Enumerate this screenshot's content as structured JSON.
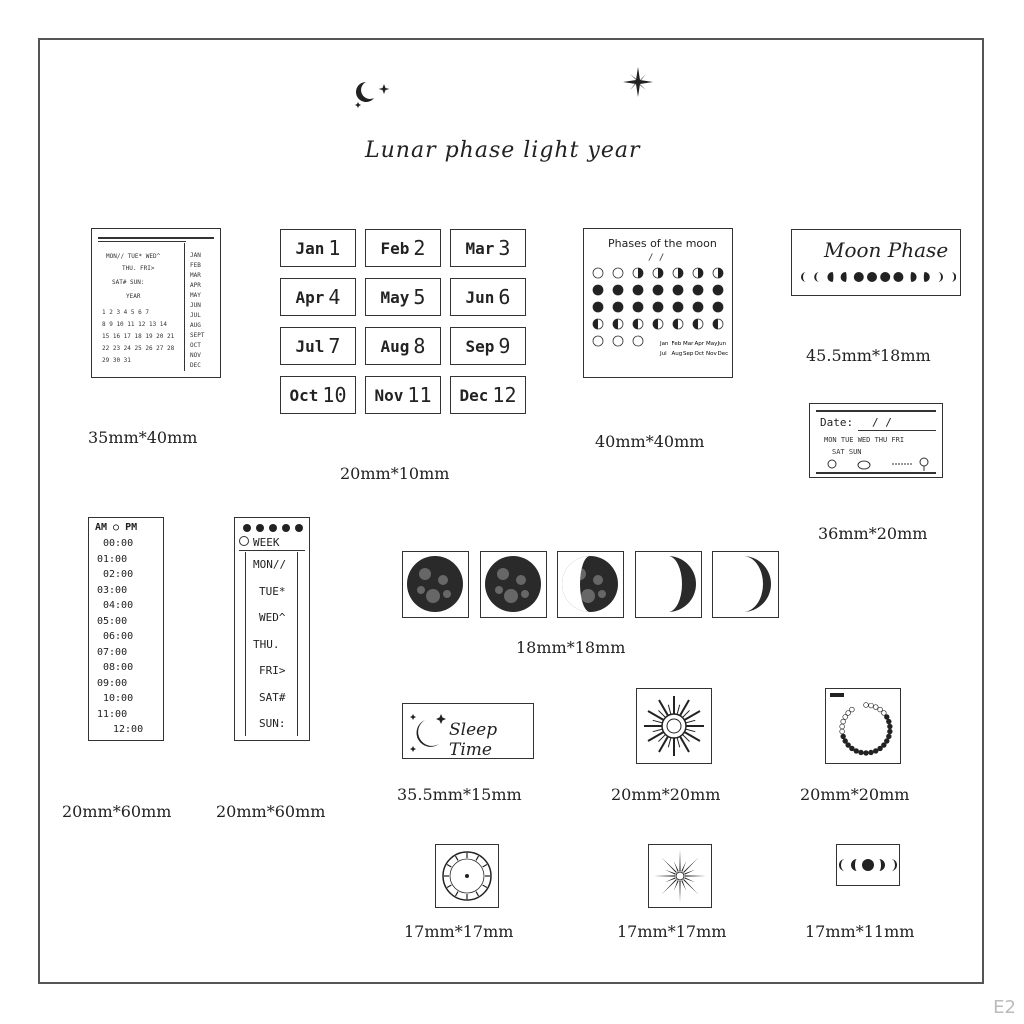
{
  "title": "Lunar phase light year",
  "watermark": "E2",
  "sizes": {
    "calendar": "35mm*40mm",
    "months": "20mm*10mm",
    "phases_grid": "40mm*40mm",
    "moon_phase": "45.5mm*18mm",
    "date_stamp": "36mm*20mm",
    "hours": "20mm*60mm",
    "week": "20mm*60mm",
    "moons": "18mm*18mm",
    "sleep": "35.5mm*15mm",
    "sun": "20mm*20mm",
    "moon_circle": "20mm*20mm",
    "clock": "17mm*17mm",
    "star": "17mm*17mm",
    "mini_phases": "17mm*11mm"
  },
  "calendar": {
    "days_row1": "MON// TUE* WED^",
    "days_row2": "THU. FRI>",
    "days_row3": "SAT# SUN:",
    "year": "YEAR",
    "months": [
      "JAN",
      "FEB",
      "MAR",
      "APR",
      "MAY",
      "JUN",
      "JUL",
      "AUG",
      "SEPT",
      "OCT",
      "NOV",
      "DEC"
    ],
    "rows": [
      "1 2 3 4 5 6 7",
      "8 9 10 11 12 13 14",
      "15 16 17 18 19 20 21",
      "22 23 24 25 26 27 28",
      "29 30 31"
    ]
  },
  "months": [
    {
      "name": "Jan",
      "num": "1"
    },
    {
      "name": "Feb",
      "num": "2"
    },
    {
      "name": "Mar",
      "num": "3"
    },
    {
      "name": "Apr",
      "num": "4"
    },
    {
      "name": "May",
      "num": "5"
    },
    {
      "name": "Jun",
      "num": "6"
    },
    {
      "name": "Jul",
      "num": "7"
    },
    {
      "name": "Aug",
      "num": "8"
    },
    {
      "name": "Sep",
      "num": "9"
    },
    {
      "name": "Oct",
      "num": "10"
    },
    {
      "name": "Nov",
      "num": "11"
    },
    {
      "name": "Dec",
      "num": "12"
    }
  ],
  "phases_grid": {
    "title": "Phases of the moon",
    "date_marks": "/ /",
    "month_labels": [
      "Jan",
      "Feb",
      "Mar",
      "Apr",
      "May",
      "Jun",
      "Jul",
      "Aug",
      "Sep",
      "Oct",
      "Nov",
      "Dec"
    ]
  },
  "moon_phase": {
    "title": "Moon Phase"
  },
  "date_stamp": {
    "label": "Date:",
    "slashes": "/ /",
    "days": "MON TUE WED THU FRI",
    "days2": "SAT SUN"
  },
  "hours": {
    "header": "AM ○ PM",
    "times": [
      "00:00",
      "01:00",
      "02:00",
      "03:00",
      "04:00",
      "05:00",
      "06:00",
      "07:00",
      "08:00",
      "09:00",
      "10:00",
      "11:00",
      "12:00"
    ]
  },
  "week": {
    "header": "WEEK",
    "days": [
      "MON//",
      "TUE*",
      "WED^",
      "THU.",
      "FRI>",
      "SAT#",
      "SUN:"
    ]
  },
  "sleep": {
    "text": "Sleep Time"
  }
}
